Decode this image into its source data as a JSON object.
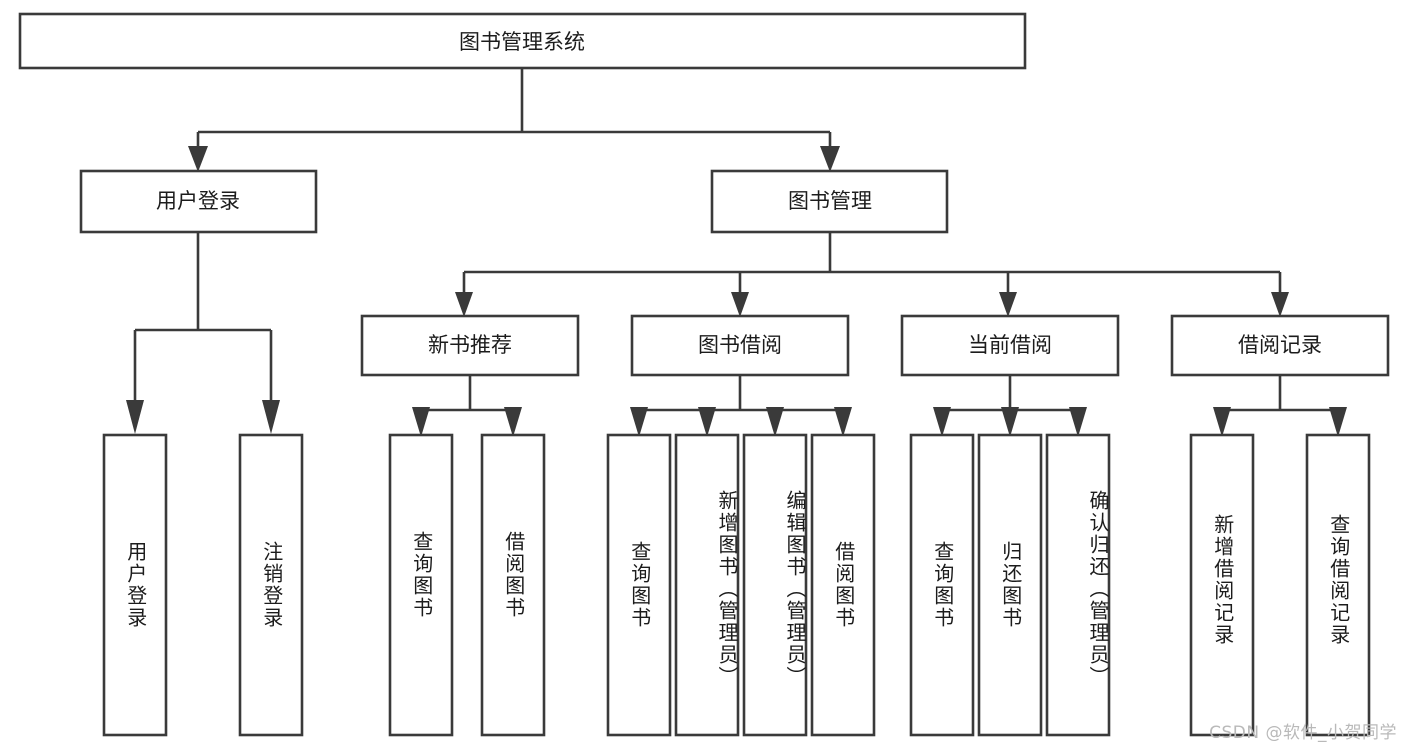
{
  "diagram": {
    "title": "图书管理系统",
    "type": "hierarchy-tree",
    "root": {
      "label": "图书管理系统"
    },
    "level2": [
      {
        "label": "用户登录"
      },
      {
        "label": "图书管理"
      }
    ],
    "level3": [
      {
        "label": "新书推荐"
      },
      {
        "label": "图书借阅"
      },
      {
        "label": "当前借阅"
      },
      {
        "label": "借阅记录"
      }
    ],
    "leaves": {
      "user_login": [
        {
          "label": "用户登录"
        },
        {
          "label": "注销登录"
        }
      ],
      "new_book_recommend": [
        {
          "label": "查询图书"
        },
        {
          "label": "借阅图书"
        }
      ],
      "book_borrow": [
        {
          "label": "查询图书"
        },
        {
          "label": "新增图书（管理员）"
        },
        {
          "label": "编辑图书（管理员）"
        },
        {
          "label": "借阅图书"
        }
      ],
      "current_borrow": [
        {
          "label": "查询图书"
        },
        {
          "label": "归还图书"
        },
        {
          "label": "确认归还（管理员）"
        }
      ],
      "borrow_record": [
        {
          "label": "新增借阅记录"
        },
        {
          "label": "查询借阅记录"
        }
      ]
    }
  },
  "watermark": {
    "text": "CSDN @软件_小贺同学"
  },
  "colors": {
    "stroke": "#3a3a3a",
    "box_fill": "#ffffff",
    "text": "#1c1c1c",
    "watermark": "#b9b9b9",
    "background": "#ffffff"
  }
}
